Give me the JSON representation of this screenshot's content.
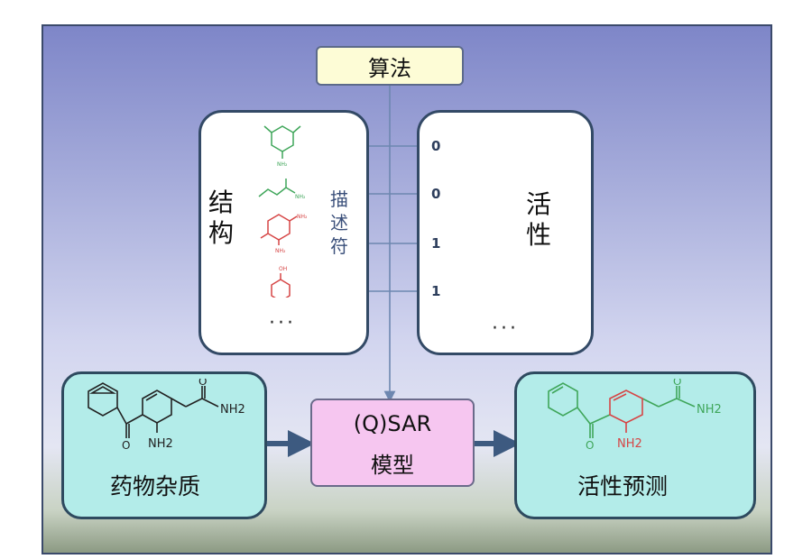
{
  "algorithm_label": "算法",
  "structure_label": [
    "结",
    "构"
  ],
  "descriptor_label": [
    "描",
    "述",
    "符"
  ],
  "activity_label": [
    "活",
    "性"
  ],
  "activity_values": [
    "0",
    "0",
    "1",
    "1"
  ],
  "ellipsis": "···",
  "model_label": [
    "(Q)SAR",
    "模型"
  ],
  "input_caption": "药物杂质",
  "output_caption": "活性预测",
  "molecule_labels": {
    "left_nh2_amide": "NH2",
    "left_nh2_ring": "NH2",
    "right_nh2_amide": "NH2",
    "right_nh2_ring": "NH2",
    "struct_nh2_a": "NH₂",
    "struct_nh2_b": "NH₂",
    "struct_nh2_c": "NH₂",
    "struct_nh2_d": "NH₂",
    "struct_oh": "OH"
  },
  "colors": {
    "green": "#3fa65a",
    "red": "#d64545",
    "line": "#6d87b0",
    "arrow": "#3d5a80"
  }
}
